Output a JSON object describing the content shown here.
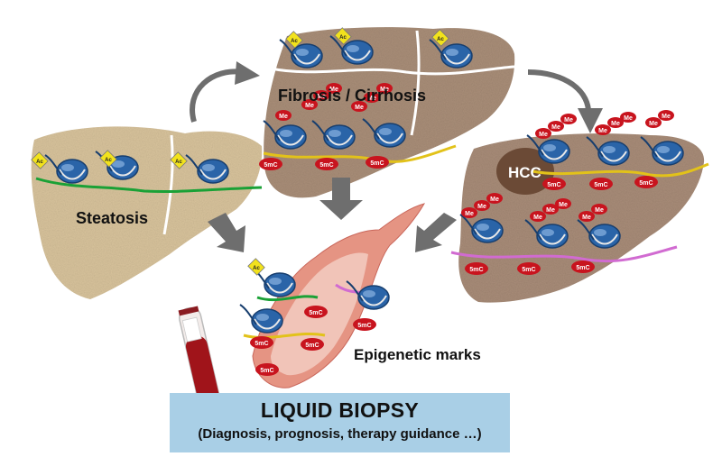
{
  "labels": {
    "fibrosis": "Fibrosis / Cirrhosis",
    "steatosis": "Steatosis",
    "hcc": "HCC",
    "epigenetic": "Epigenetic marks"
  },
  "biopsy": {
    "title": "LIQUID BIOPSY",
    "subtitle": "(Diagnosis, prognosis, therapy guidance …)"
  },
  "marks": {
    "acetyl": "Ac",
    "methyl": "Me",
    "methylcytosine": "5mC"
  },
  "colors": {
    "liver_steatosis": "#d8c39c",
    "liver_fibrosis": "#a98e78",
    "liver_hcc": "#a88c78",
    "tumor": "#6b4a36",
    "nucleosome": "#2a64a8",
    "methyl_mark": "#c8141e",
    "acetyl_mark": "#f2e21c",
    "vessel": "#e59483",
    "arrow": "#6e6e6e",
    "biopsy_box": "#a9cfe6",
    "dna_green": "#1aa136",
    "dna_white": "#ffffff",
    "dna_yellow": "#e2c21a",
    "dna_pink": "#d16bd1"
  }
}
